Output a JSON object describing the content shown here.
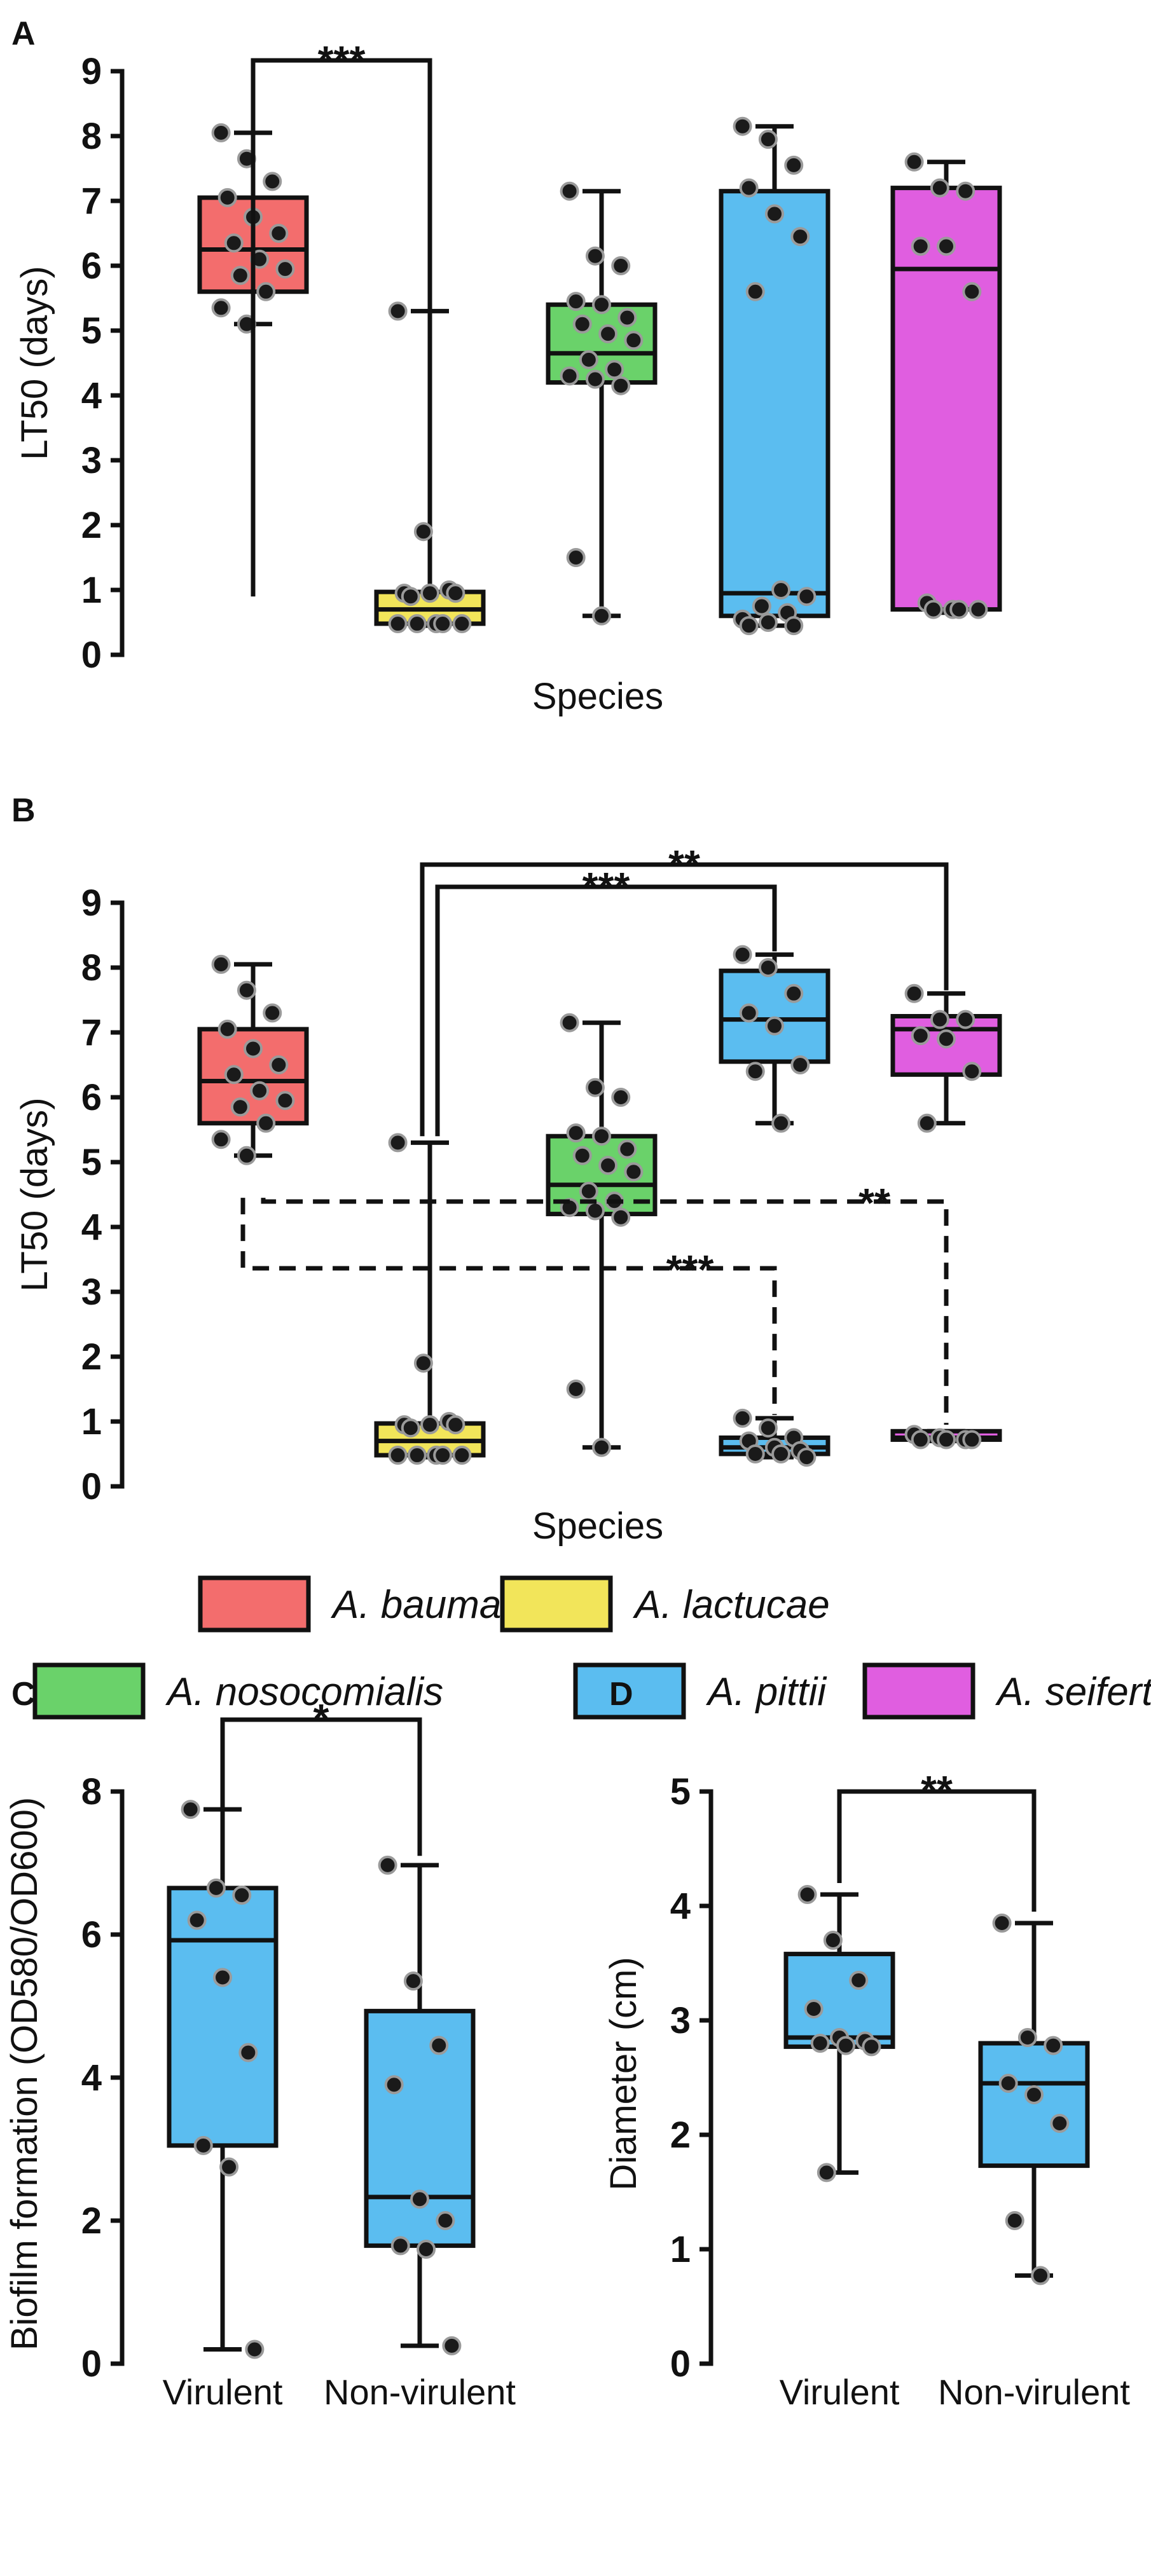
{
  "colors": {
    "A. baumannii": "#f36d6d",
    "A. lactucae": "#f2e55a",
    "A. nosocomialis": "#6ad26a",
    "A. pittii": "#5bbdf0",
    "A. seifertii": "#e05ee0",
    "point": "#1a1a1a",
    "point_edge": "#9a9a9a"
  },
  "legend": {
    "entries": [
      "A. baumannii",
      "A. lactucae",
      "A. nosocomialis",
      "A. pittii",
      "A. seifertii"
    ]
  },
  "chart_data": [
    {
      "panel": "A",
      "type": "box",
      "xlabel": "Species",
      "ylabel": "LT50 (days)",
      "ylim": [
        0,
        9
      ],
      "yticks": [
        0,
        1,
        2,
        3,
        4,
        5,
        6,
        7,
        8,
        9
      ],
      "boxes": [
        {
          "group": "A. baumannii",
          "min": 5.1,
          "q1": 5.6,
          "median": 6.25,
          "q3": 7.05,
          "max": 8.05,
          "points": [
            8.05,
            7.65,
            7.3,
            7.05,
            6.75,
            6.5,
            6.35,
            6.1,
            5.95,
            5.85,
            5.6,
            5.35,
            5.1
          ]
        },
        {
          "group": "A. lactucae",
          "min": 0.45,
          "q1": 0.48,
          "median": 0.7,
          "q3": 0.97,
          "max": 5.3,
          "points": [
            5.3,
            1.9,
            1.0,
            0.95,
            0.95,
            0.95,
            0.9,
            0.48,
            0.48,
            0.48,
            0.48,
            0.48
          ]
        },
        {
          "group": "A. nosocomialis",
          "min": 0.6,
          "q1": 4.2,
          "median": 4.65,
          "q3": 5.4,
          "max": 7.15,
          "points": [
            7.15,
            6.15,
            6.0,
            5.45,
            5.4,
            5.2,
            5.1,
            4.95,
            4.85,
            4.55,
            4.4,
            4.3,
            4.25,
            4.15,
            1.5,
            0.6
          ]
        },
        {
          "group": "A. pittii",
          "min": 0.45,
          "q1": 0.6,
          "median": 0.95,
          "q3": 7.15,
          "max": 8.15,
          "points": [
            8.15,
            7.95,
            7.55,
            7.2,
            6.8,
            6.45,
            5.6,
            1.0,
            0.9,
            0.75,
            0.65,
            0.55,
            0.5,
            0.45,
            0.45
          ]
        },
        {
          "group": "A. seifertii",
          "min": 0.65,
          "q1": 0.7,
          "median": 5.95,
          "q3": 7.2,
          "max": 7.6,
          "points": [
            7.6,
            7.2,
            7.15,
            6.3,
            6.3,
            5.6,
            0.8,
            0.7,
            0.7,
            0.7,
            0.7
          ]
        }
      ],
      "significance": [
        {
          "from": 0,
          "to": 1,
          "label": "***",
          "style": "solid"
        }
      ]
    },
    {
      "panel": "B",
      "type": "box",
      "xlabel": "Species",
      "ylabel": "LT50 (days)",
      "ylim": [
        0,
        9
      ],
      "yticks": [
        0,
        1,
        2,
        3,
        4,
        5,
        6,
        7,
        8,
        9
      ],
      "boxes": [
        {
          "group": "A. baumannii",
          "min": 5.1,
          "q1": 5.6,
          "median": 6.25,
          "q3": 7.05,
          "max": 8.05,
          "points": [
            8.05,
            7.65,
            7.3,
            7.05,
            6.75,
            6.5,
            6.35,
            6.1,
            5.95,
            5.85,
            5.6,
            5.35,
            5.1
          ]
        },
        {
          "group": "A. lactucae",
          "min": 0.45,
          "q1": 0.48,
          "median": 0.7,
          "q3": 0.97,
          "max": 5.3,
          "points": [
            5.3,
            1.9,
            1.0,
            0.95,
            0.95,
            0.95,
            0.9,
            0.48,
            0.48,
            0.48,
            0.48,
            0.48
          ]
        },
        {
          "group": "A. nosocomialis",
          "min": 0.6,
          "q1": 4.2,
          "median": 4.65,
          "q3": 5.4,
          "max": 7.15,
          "points": [
            7.15,
            6.15,
            6.0,
            5.45,
            5.4,
            5.2,
            5.1,
            4.95,
            4.85,
            4.55,
            4.4,
            4.3,
            4.25,
            4.15,
            1.5,
            0.6
          ]
        },
        {
          "group": "A. pittii",
          "min": 5.6,
          "q1": 6.55,
          "median": 7.2,
          "q3": 7.95,
          "max": 8.2,
          "points": [
            8.2,
            8.0,
            7.6,
            7.3,
            7.1,
            6.5,
            6.4,
            5.6
          ]
        },
        {
          "group": "A. seifertii",
          "min": 5.6,
          "q1": 6.35,
          "median": 7.05,
          "q3": 7.25,
          "max": 7.6,
          "points": [
            7.6,
            7.2,
            7.2,
            6.95,
            6.9,
            6.4,
            5.6
          ]
        },
        {
          "group": "A. pittii",
          "min": 0.45,
          "q1": 0.5,
          "median": 0.6,
          "q3": 0.75,
          "max": 1.05,
          "points": [
            1.05,
            0.9,
            0.75,
            0.7,
            0.6,
            0.55,
            0.5,
            0.5,
            0.45
          ]
        },
        {
          "group": "A. seifertii",
          "min": 0.7,
          "q1": 0.72,
          "median": 0.75,
          "q3": 0.85,
          "max": 0.85,
          "points": [
            0.8,
            0.75,
            0.72,
            0.72,
            0.72,
            0.72
          ]
        }
      ],
      "significance": [
        {
          "from": 1,
          "to": 3,
          "label": "***",
          "style": "solid"
        },
        {
          "from": 1,
          "to": 4,
          "label": "**",
          "style": "solid"
        },
        {
          "from": 0,
          "to": 5,
          "label": "***",
          "style": "dashed"
        },
        {
          "from": 0,
          "to": 6,
          "label": "**",
          "style": "dashed"
        }
      ]
    },
    {
      "panel": "C",
      "type": "box",
      "ylabel": "Biofilm formation (OD580/OD600)",
      "ylim": [
        0,
        8
      ],
      "yticks": [
        0,
        2,
        4,
        6,
        8
      ],
      "categories": [
        "Virulent",
        "Non-virulent"
      ],
      "boxes": [
        {
          "group": "Virulent",
          "min": 0.2,
          "q1": 3.05,
          "median": 5.92,
          "q3": 6.65,
          "max": 7.75,
          "points": [
            7.75,
            6.65,
            6.55,
            6.2,
            5.4,
            4.35,
            3.05,
            2.75,
            0.2
          ]
        },
        {
          "group": "Non-virulent",
          "min": 0.25,
          "q1": 1.65,
          "median": 2.33,
          "q3": 4.93,
          "max": 6.97,
          "points": [
            6.97,
            5.35,
            4.45,
            3.9,
            2.3,
            2.0,
            1.65,
            1.6,
            0.25
          ]
        }
      ],
      "significance": [
        {
          "from": 0,
          "to": 1,
          "label": "*",
          "style": "solid"
        }
      ]
    },
    {
      "panel": "D",
      "type": "box",
      "ylabel": "Diameter (cm)",
      "ylim": [
        0,
        5
      ],
      "yticks": [
        0,
        1,
        2,
        3,
        4,
        5
      ],
      "categories": [
        "Virulent",
        "Non-virulent"
      ],
      "boxes": [
        {
          "group": "Virulent",
          "min": 1.67,
          "q1": 2.77,
          "median": 2.85,
          "q3": 3.58,
          "max": 4.1,
          "points": [
            4.1,
            3.7,
            3.35,
            3.1,
            2.85,
            2.82,
            2.8,
            2.78,
            2.77,
            1.67
          ]
        },
        {
          "group": "Non-virulent",
          "min": 0.77,
          "q1": 1.73,
          "median": 2.45,
          "q3": 2.8,
          "max": 3.85,
          "points": [
            3.85,
            2.85,
            2.78,
            2.45,
            2.35,
            2.1,
            1.25,
            0.77
          ]
        }
      ],
      "significance": [
        {
          "from": 0,
          "to": 1,
          "label": "**",
          "style": "solid"
        }
      ]
    }
  ]
}
